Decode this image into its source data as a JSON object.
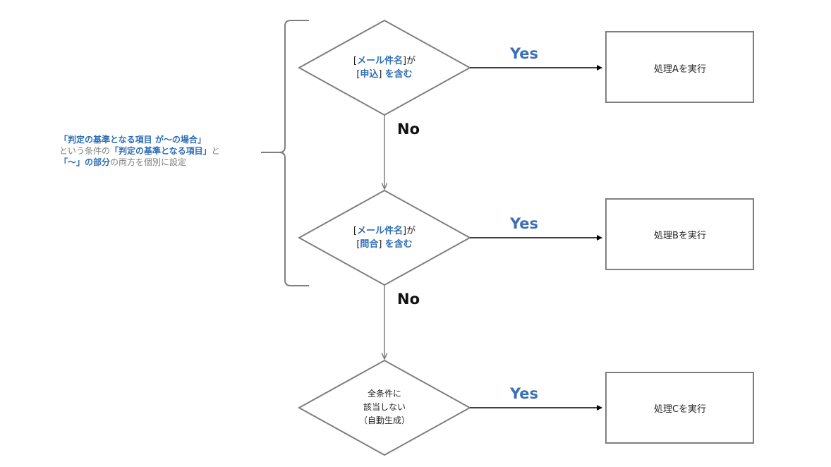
{
  "note": {
    "line1": "「判定の基準となる項目 が～の場合」",
    "line2_pre": "という条件の",
    "line2_hl": "「判定の基準となる項目」",
    "line2_post": "と",
    "line3_hl": "「～」の部分",
    "line3_post": "の両方を個別に設定"
  },
  "decisions": [
    {
      "line1_pre": "[",
      "line1_hl": "メール件名",
      "line1_post": "]が",
      "line2_pre": "[",
      "line2_hl": "申込",
      "line2_mid": "] ",
      "line2_hl2": "を含む"
    },
    {
      "line1_pre": "[",
      "line1_hl": "メール件名",
      "line1_post": "]が",
      "line2_pre": "[",
      "line2_hl": "問合",
      "line2_mid": "] ",
      "line2_hl2": "を含む"
    },
    {
      "line1": "全条件に",
      "line2": "該当しない",
      "line3": "（自動生成）"
    }
  ],
  "processes": [
    "処理Aを実行",
    "処理Bを実行",
    "処理Cを実行"
  ],
  "edges": {
    "yes": "Yes",
    "no": "No"
  },
  "colors": {
    "accent": "#2e6db4",
    "shape_stroke": "#7f7f7f",
    "arrow": "#000000"
  }
}
